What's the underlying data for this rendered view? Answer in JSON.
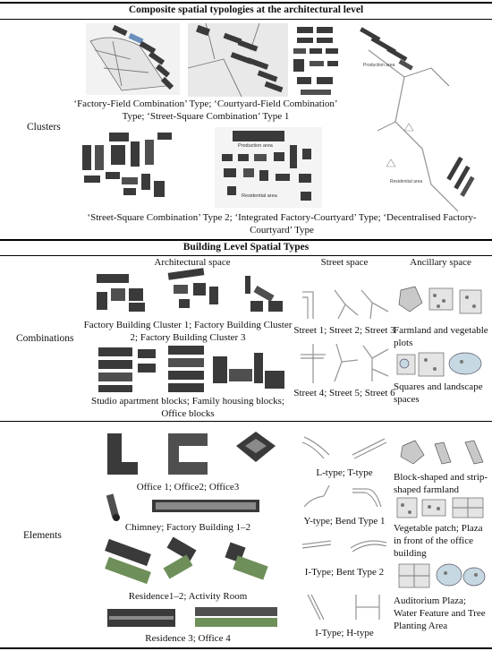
{
  "header1": "Composite spatial typologies at the architectural level",
  "clusters": {
    "label": "Clusters",
    "caption1": "‘Factory-Field Combination’ Type; ‘Courtyard-Field Combination’ Type; ‘Street-Square Combination’ Type 1",
    "caption2": "‘Street-Square Combination’ Type 2; ‘Integrated Factory-Courtyard’ Type; ‘Decentralised Factory-Courtyard’ Type",
    "map_label_production_1": "Production area",
    "map_label_residential_1": "Residential area",
    "map_label_production_2": "Production area",
    "map_label_residential_2": "Residential area"
  },
  "header2": "Building Level Spatial Types",
  "columns": {
    "arch": "Architectural space",
    "street": "Street space",
    "ancillary": "Ancillary space"
  },
  "combinations": {
    "label": "Combinations",
    "arch_caption1": "Factory Building Cluster 1; Factory Building Cluster 2; Factory Building Cluster 3",
    "arch_caption2": "Studio apartment blocks; Family housing blocks; Office blocks",
    "street_caption1": "Street 1; Street 2; Street 3",
    "street_caption2": "Street 4; Street 5; Street 6",
    "anc_caption1": "Farmland and vegetable plots",
    "anc_caption2": "Squares and landscape spaces"
  },
  "elements": {
    "label": "Elements",
    "arch_caption1": "Office 1; Office2; Office3",
    "arch_caption2": "Chimney; Factory Building 1–2",
    "arch_caption3": "Residence1–2; Activity Room",
    "arch_caption4": "Residence 3; Office 4",
    "street_caption1": "L-type; T-type",
    "street_caption2": "Y-type; Bend Type 1",
    "street_caption3": "I-Type; Bent Type 2",
    "street_caption4": "I-Type; H-type",
    "anc_caption1": "Block-shaped and strip-shaped farmland",
    "anc_caption2": "Vegetable patch; Plaza in front of the office building",
    "anc_caption3": "Auditorium Plaza; Water Feature and Tree Planting Area"
  }
}
